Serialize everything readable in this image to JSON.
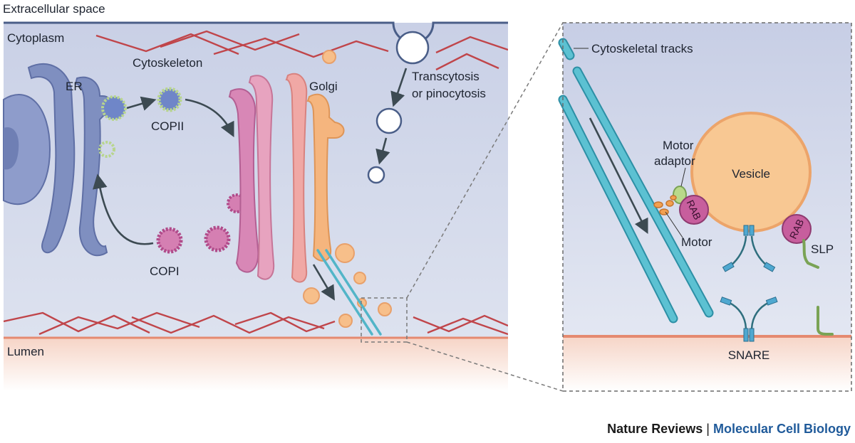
{
  "labels": {
    "extracellular": "Extracellular space",
    "cytoplasm": "Cytoplasm",
    "cytoskeleton": "Cytoskeleton",
    "er": "ER",
    "copii": "COPII",
    "copi": "COPI",
    "golgi": "Golgi",
    "transcytosis_1": "Transcytosis",
    "transcytosis_2": "or pinocytosis",
    "lumen": "Lumen"
  },
  "inset": {
    "cytoskeletal_tracks": "Cytoskeletal tracks",
    "motor_adaptor_1": "Motor",
    "motor_adaptor_2": "adaptor",
    "vesicle": "Vesicle",
    "rab": "RAB",
    "motor": "Motor",
    "slp": "SLP",
    "snare": "SNARE"
  },
  "credit": {
    "publisher": "Nature Reviews",
    "separator": "|",
    "journal": "Molecular Cell Biology"
  },
  "colors": {
    "cytoplasm": "#d3d9ea",
    "membrane": "#4a5e88",
    "lumen": "#f8ddd2",
    "actin": "#c0454a",
    "er": "#7f8fc0",
    "golgi_pink": "#d887b6",
    "golgi_orange": "#f5b57e",
    "track": "#52b5c8",
    "vesicle": "#f8c893"
  }
}
